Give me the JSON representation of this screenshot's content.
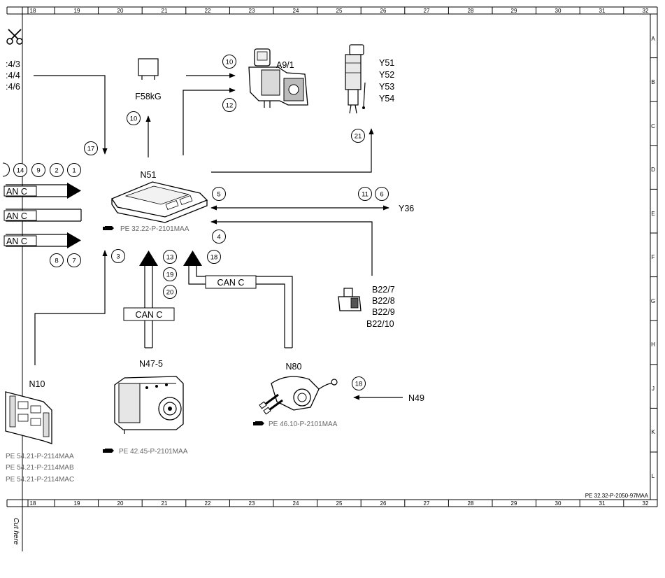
{
  "columns": [
    "18",
    "19",
    "20",
    "21",
    "22",
    "23",
    "24",
    "25",
    "26",
    "27",
    "28",
    "29",
    "30",
    "31",
    "32"
  ],
  "rows": [
    "A",
    "B",
    "C",
    "D",
    "E",
    "F",
    "G",
    "H",
    "J",
    "K",
    "L"
  ],
  "cut_text": "Cut here",
  "footer_code": "PE 32.32-P-2050-97MAA",
  "components": {
    "N51": "N51",
    "F58kG": "F58kG",
    "A9_1": "A9/1",
    "Y51": "Y51",
    "Y52": "Y52",
    "Y53": "Y53",
    "Y54": "Y54",
    "Y36": "Y36",
    "B22_7": "B22/7",
    "B22_8": "B22/8",
    "B22_9": "B22/9",
    "B22_10": "B22/10",
    "N47_5": "N47-5",
    "N10": "N10",
    "N80": "N80",
    "N49": "N49"
  },
  "left_refs": [
    ":4/3",
    ":4/4",
    ":4/6"
  ],
  "bus_label": "CAN C",
  "left_bus_labels": [
    "AN C",
    "AN C",
    "AN C"
  ],
  "refs": {
    "n51": "PE 32.22-P-2101MAA",
    "n47": "PE 42.45-P-2101MAA",
    "n80": "PE 46.10-P-2101MAA",
    "n10": [
      "PE 54.21-P-2114MAA",
      "PE 54.21-P-2114MAB",
      "PE 54.21-P-2114MAC"
    ]
  },
  "circled": {
    "c_a10": "10",
    "c_a12": "12",
    "c_f10": "10",
    "c_17": "17",
    "c_21": "21",
    "c_14": "14",
    "c_9": "9",
    "c_2": "2",
    "c_1": "1",
    "c_5": "5",
    "c_11": "11",
    "c_6": "6",
    "c_4": "4",
    "c_8": "8",
    "c_7": "7",
    "c_3": "3",
    "c_13": "13",
    "c_19": "19",
    "c_20": "20",
    "c_18a": "18",
    "c_18b": "18"
  }
}
